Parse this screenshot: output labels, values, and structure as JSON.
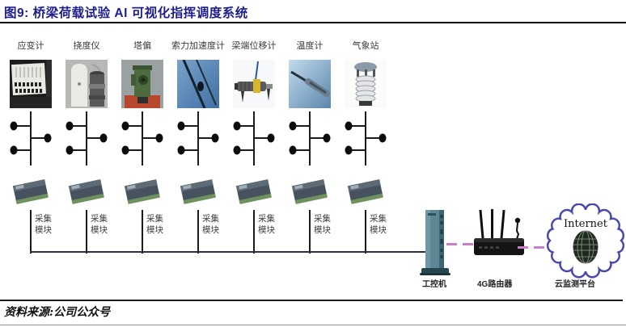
{
  "figure": {
    "title": "图9: 桥梁荷载试验 AI 可视化指挥调度系统",
    "source": "资料来源:公司公众号"
  },
  "sensors": [
    {
      "label": "应变计",
      "icon": "strain-gauge"
    },
    {
      "label": "挠度仪",
      "icon": "deflection-meter"
    },
    {
      "label": "塔偏",
      "icon": "total-station"
    },
    {
      "label": "索力加速度计",
      "icon": "cable-accelerometer"
    },
    {
      "label": "梁端位移计",
      "icon": "beam-displacement-gauge"
    },
    {
      "label": "温度计",
      "icon": "thermometer-probe"
    },
    {
      "label": "气象站",
      "icon": "weather-station"
    }
  ],
  "acquisition_module": {
    "line1": "采集",
    "line2": "模块"
  },
  "backbone": {
    "pc_label": "工控机",
    "router_label": "4G路由器",
    "cloud_label": "云监测平台",
    "internet_label": "Internet"
  },
  "colors": {
    "title": "#1d1d8c",
    "rule": "#000000",
    "tree_line": "#1b1b1b",
    "bus_line": "#2e2e44",
    "connector_pink": "#c77fc7",
    "cloud_outline": "#4949ad",
    "module_body": "#46525e",
    "module_strip": "#6f9160"
  }
}
